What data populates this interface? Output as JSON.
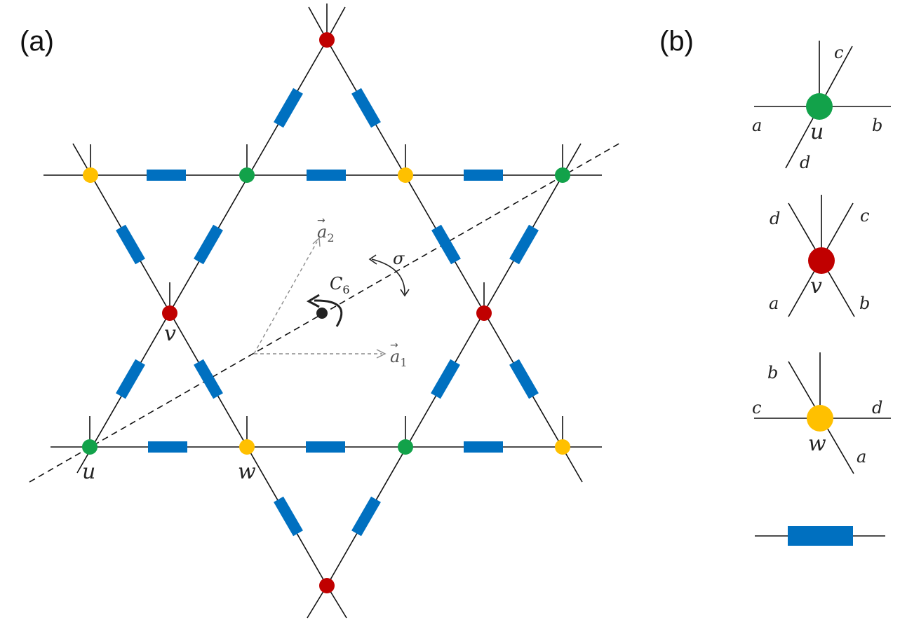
{
  "panels": {
    "a": "(a)",
    "b": "(b)"
  },
  "colors": {
    "u": "#12A24A",
    "v": "#C00000",
    "w": "#FFC000",
    "bond": "#0070C0",
    "line": "#111111",
    "lattice_vector": "#8C8C8C"
  },
  "panel_a": {
    "site_labels": {
      "u": "u",
      "v": "v",
      "w": "w"
    },
    "symmetry": {
      "rotation": "C",
      "rotation_sub": "6",
      "reflection": "σ"
    },
    "lattice_vectors": {
      "a1": {
        "base": "a",
        "sub": "1",
        "arrow": "→"
      },
      "a2": {
        "base": "a",
        "sub": "2",
        "arrow": "→"
      }
    }
  },
  "panel_b": {
    "tensors": [
      {
        "site": "u",
        "legs": {
          "a": "a",
          "b": "b",
          "c": "c",
          "d": "d"
        }
      },
      {
        "site": "v",
        "legs": {
          "a": "a",
          "b": "b",
          "c": "c",
          "d": "d"
        }
      },
      {
        "site": "w",
        "legs": {
          "a": "a",
          "b": "b",
          "c": "c",
          "d": "d"
        }
      }
    ],
    "bond_tensor": "bond"
  }
}
